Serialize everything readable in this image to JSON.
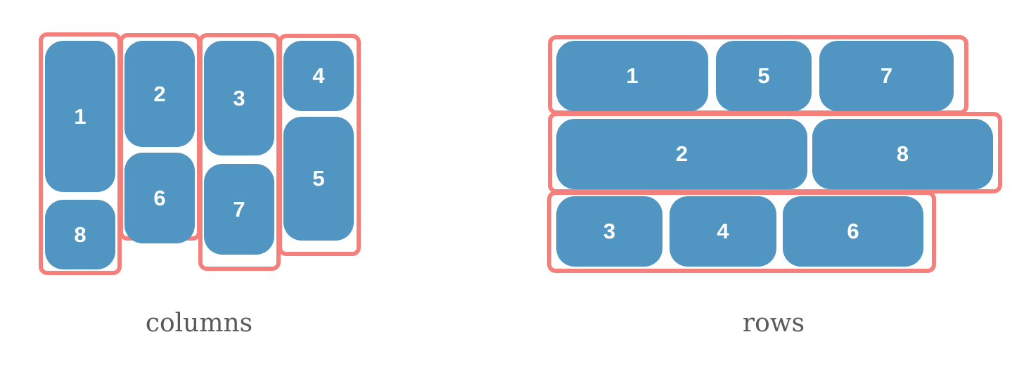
{
  "colors": {
    "frame": "#f57f7a",
    "tile": "#5196c3",
    "tile_text": "#ffffff",
    "caption": "#58595b"
  },
  "columns_diagram": {
    "caption": "columns",
    "groups": [
      {
        "name": "column-1",
        "tiles": [
          "1",
          "8"
        ]
      },
      {
        "name": "column-2",
        "tiles": [
          "2",
          "6"
        ]
      },
      {
        "name": "column-3",
        "tiles": [
          "3",
          "7"
        ]
      },
      {
        "name": "column-4",
        "tiles": [
          "4",
          "5"
        ]
      }
    ]
  },
  "rows_diagram": {
    "caption": "rows",
    "groups": [
      {
        "name": "row-1",
        "tiles": [
          "1",
          "5",
          "7"
        ]
      },
      {
        "name": "row-2",
        "tiles": [
          "2",
          "8"
        ]
      },
      {
        "name": "row-3",
        "tiles": [
          "3",
          "4",
          "6"
        ]
      }
    ]
  }
}
